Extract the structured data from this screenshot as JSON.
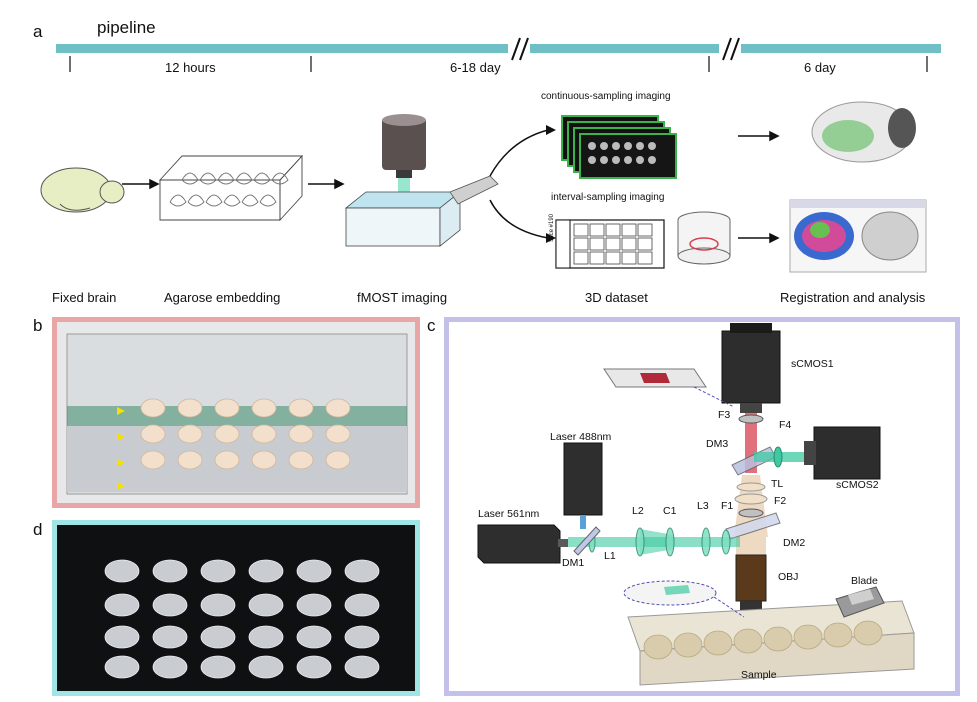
{
  "panel_a": {
    "letter": "a",
    "title": "pipeline",
    "durations": [
      "12 hours",
      "6-18 day",
      "6 day"
    ],
    "mode_top": "continuous-sampling imaging",
    "mode_bottom": "interval-sampling imaging",
    "slice_text": "Slice #190",
    "steps": [
      "Fixed brain",
      "Agarose embedding",
      "fMOST imaging",
      "3D dataset",
      "Registration and analysis"
    ]
  },
  "panel_b": {
    "letter": "b"
  },
  "panel_c": {
    "letter": "c",
    "labels": {
      "scmos1": "sCMOS1",
      "scmos2": "sCMOS2",
      "laser488": "Laser 488nm",
      "laser561": "Laser 561nm",
      "f3": "F3",
      "f4": "F4",
      "dm3": "DM3",
      "tl": "TL",
      "f2": "F2",
      "f1": "F1",
      "dm2": "DM2",
      "l1": "L1",
      "l2": "L2",
      "c1": "C1",
      "l3": "L3",
      "dm1": "DM1",
      "obj": "OBJ",
      "blade": "Blade",
      "sample": "Sample"
    }
  },
  "panel_d": {
    "letter": "d"
  },
  "colors": {
    "timeline": "#6fbfc6",
    "panel_b_border": "#e8a6a6",
    "panel_c_border": "#c3c1ea",
    "panel_d_border": "#9fe5e5",
    "green_beam": "#3ec9a0",
    "red_beam": "#d84050"
  }
}
